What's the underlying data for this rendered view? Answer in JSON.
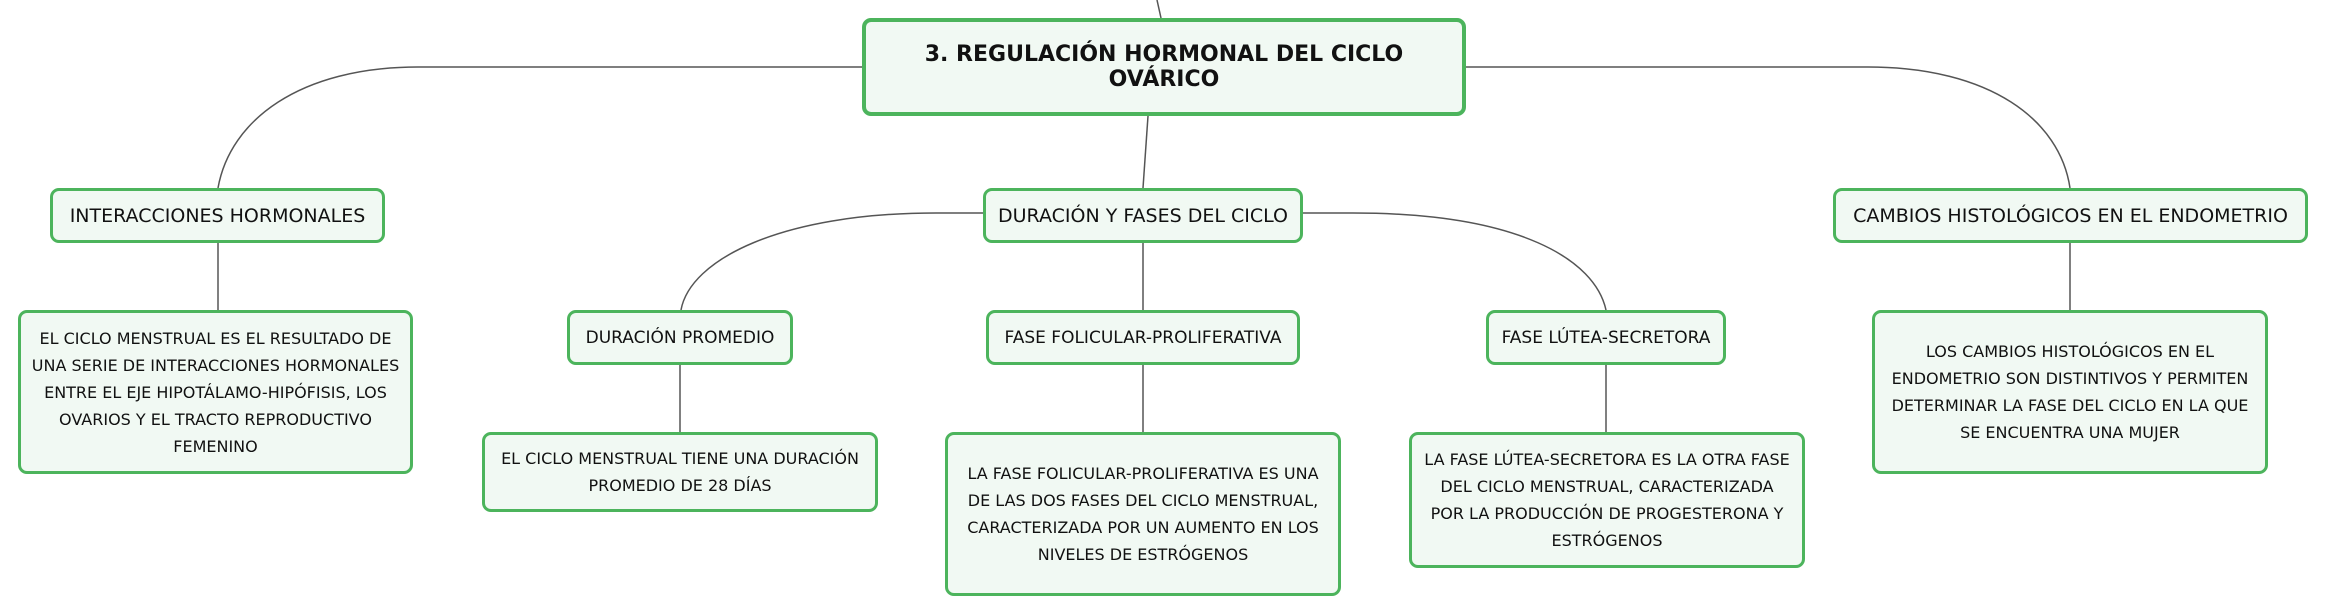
{
  "root": {
    "label": "3. REGULACIÓN HORMONAL DEL CICLO OVÁRICO"
  },
  "branches": {
    "interacciones": {
      "label": "INTERACCIONES HORMONALES",
      "detail": "EL CICLO MENSTRUAL ES EL RESULTADO DE UNA SERIE DE INTERACCIONES HORMONALES ENTRE EL EJE HIPOTÁLAMO-HIPÓFISIS, LOS OVARIOS Y EL TRACTO REPRODUCTIVO FEMENINO"
    },
    "duracion_fases": {
      "label": "DURACIÓN Y FASES DEL CICLO",
      "children": {
        "promedio": {
          "label": "DURACIÓN PROMEDIO",
          "detail": "EL CICLO MENSTRUAL TIENE UNA DURACIÓN PROMEDIO DE 28 DÍAS"
        },
        "folicular": {
          "label": "FASE FOLICULAR-PROLIFERATIVA",
          "detail": "LA FASE FOLICULAR-PROLIFERATIVA ES UNA DE LAS DOS FASES DEL CICLO MENSTRUAL, CARACTERIZADA POR UN AUMENTO EN LOS NIVELES DE ESTRÓGENOS"
        },
        "lutea": {
          "label": "FASE LÚTEA-SECRETORA",
          "detail": "LA FASE LÚTEA-SECRETORA ES LA OTRA FASE DEL CICLO MENSTRUAL, CARACTERIZADA POR LA PRODUCCIÓN DE PROGESTERONA Y ESTRÓGENOS"
        }
      }
    },
    "cambios": {
      "label": "CAMBIOS HISTOLÓGICOS EN EL ENDOMETRIO",
      "detail": "LOS CAMBIOS HISTOLÓGICOS EN EL ENDOMETRIO SON DISTINTIVOS Y PERMITEN DETERMINAR LA FASE DEL CICLO EN LA QUE SE ENCUENTRA UNA MUJER"
    }
  },
  "colors": {
    "node_border": "#4cb45c",
    "node_fill": "#f1f9f3",
    "connector": "#555555"
  }
}
